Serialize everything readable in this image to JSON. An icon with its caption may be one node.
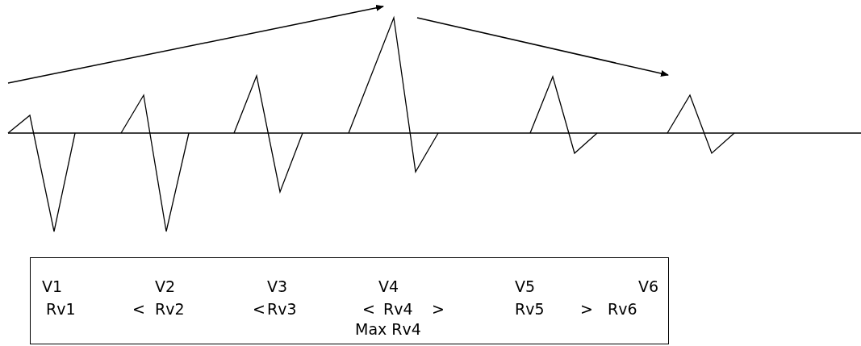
{
  "diagram": {
    "nodes": [
      {
        "text": [
          "V1",
          "V2",
          "V3",
          "V4",
          "V5",
          "V6",
          "Rv1",
          "<",
          "Rv2",
          "<",
          "Rv3",
          "<",
          "Rv4",
          ">",
          "Rv5",
          ">",
          "Rv6",
          "Max Rv4"
        ]
      }
    ]
  }
}
